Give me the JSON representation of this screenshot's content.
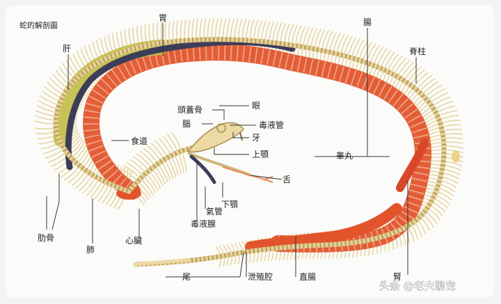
{
  "title": "蛇的解剖圖",
  "labels": {
    "stomach": "胃",
    "intestine": "腸",
    "liver": "肝",
    "spine": "脊柱",
    "skull": "頭蓋骨",
    "eye": "眼",
    "brain": "腦",
    "venom_duct": "毒液管",
    "fang": "牙",
    "esophagus": "食道",
    "upper_jaw": "上顎",
    "testis": "睾丸",
    "tongue": "舌",
    "lower_jaw": "下顎",
    "trachea": "氣管",
    "venom_gland": "毒液腺",
    "ribs": "肋骨",
    "lung": "肺",
    "heart": "心臟",
    "tail": "尾",
    "cloaca": "泄殖腔",
    "rectum": "直腸",
    "kidney": "腎"
  },
  "watermark": "头条 @老夫聊宠",
  "colors": {
    "organ": "#e2542c",
    "bone": "#ecd9a4",
    "liver": "#c3c04f",
    "lung": "#3d3d5a"
  }
}
